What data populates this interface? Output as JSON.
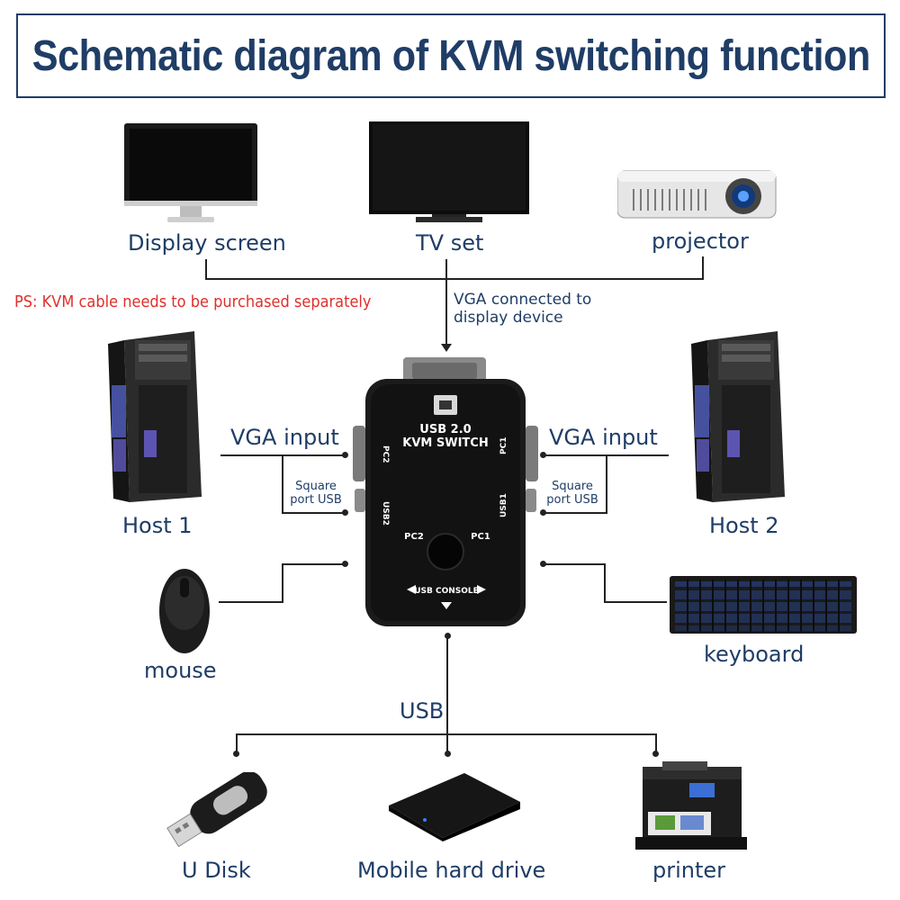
{
  "title": "Schematic diagram of KVM switching function",
  "note": "PS: KVM cable needs to be purchased separately",
  "displays": {
    "display_screen": "Display screen",
    "tv_set": "TV set",
    "projector": "projector"
  },
  "vga_display_label_line1": "VGA connected to",
  "vga_display_label_line2": "display device",
  "hosts": {
    "host1": "Host 1",
    "host2": "Host 2",
    "vga_input_left": "VGA input",
    "vga_input_right": "VGA input",
    "square_left_1": "Square",
    "square_left_2": "port USB",
    "square_right_1": "Square",
    "square_right_2": "port USB"
  },
  "kvm": {
    "line1": "USB 2.0",
    "line2": "KVM SWITCH",
    "pc1": "PC1",
    "pc2": "PC2",
    "usb1": "USB1",
    "usb2": "USB2",
    "port_pc2": "PC2",
    "port_pc1": "PC1",
    "console": "USB CONSOLE"
  },
  "peripherals": {
    "mouse": "mouse",
    "keyboard": "keyboard",
    "usb": "USB",
    "u_disk": "U Disk",
    "mobile_hard_drive": "Mobile hard drive",
    "printer": "printer"
  },
  "colors": {
    "title": "#1f3d66",
    "label": "#1f3d66",
    "note": "#e0302c",
    "line": "#222222"
  }
}
